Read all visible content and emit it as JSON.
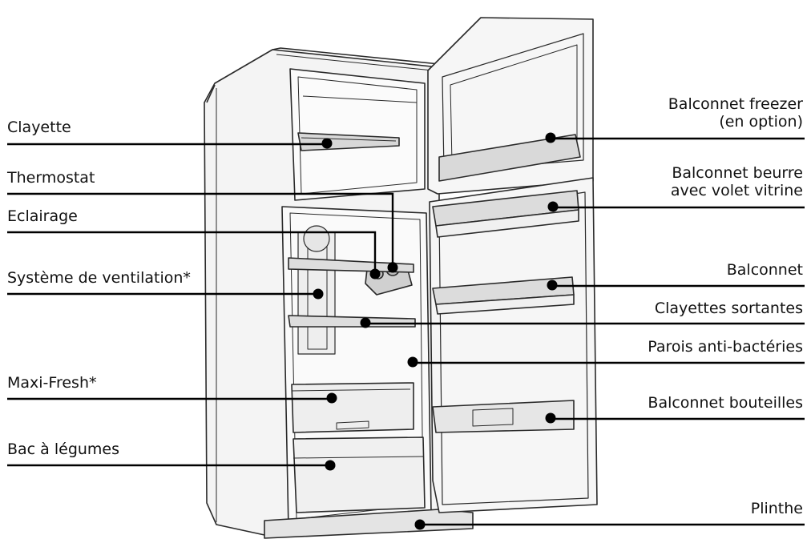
{
  "labels_left": [
    {
      "id": "clayette",
      "text": "Clayette"
    },
    {
      "id": "thermostat",
      "text": "Thermostat"
    },
    {
      "id": "eclairage",
      "text": "Eclairage"
    },
    {
      "id": "ventilation",
      "text": "Système de ventilation*"
    },
    {
      "id": "maxifresh",
      "text": "Maxi-Fresh*"
    },
    {
      "id": "bac",
      "text": "Bac à légumes"
    }
  ],
  "labels_right": [
    {
      "id": "freezer",
      "lines": [
        "Balconnet freezer",
        "(en option)"
      ]
    },
    {
      "id": "beurre",
      "lines": [
        "Balconnet beurre",
        "avec volet vitrine"
      ]
    },
    {
      "id": "balconnet",
      "lines": [
        "Balconnet"
      ]
    },
    {
      "id": "sortantes",
      "lines": [
        "Clayettes sortantes"
      ]
    },
    {
      "id": "parois",
      "lines": [
        "Parois anti-bactéries"
      ]
    },
    {
      "id": "bouteilles",
      "lines": [
        "Balconnet bouteilles"
      ]
    },
    {
      "id": "plinthe",
      "lines": [
        "Plinthe"
      ]
    }
  ]
}
